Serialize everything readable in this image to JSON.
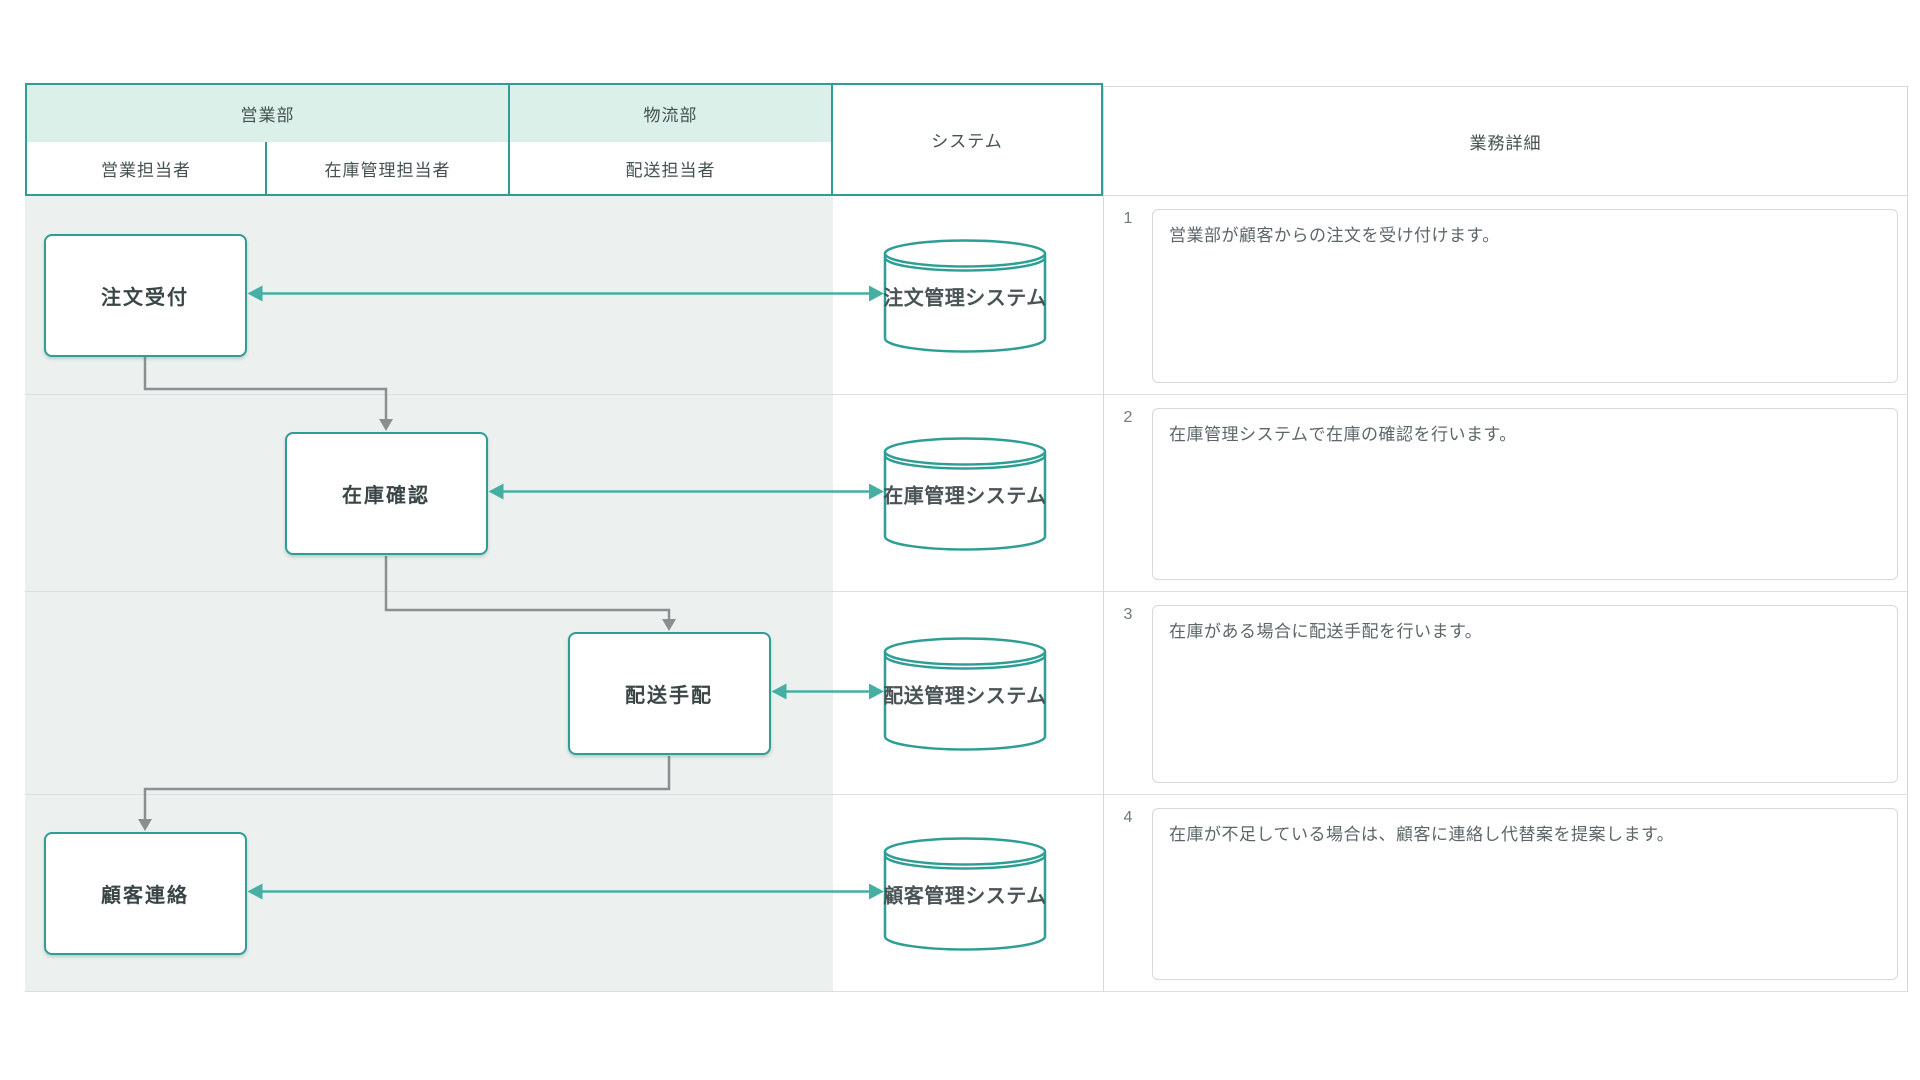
{
  "header": {
    "departments": [
      {
        "label": "営業部",
        "roles": [
          "営業担当者",
          "在庫管理担当者"
        ]
      },
      {
        "label": "物流部",
        "roles": [
          "配送担当者"
        ]
      }
    ],
    "system_column": "システム",
    "detail_column": "業務詳細"
  },
  "steps": [
    {
      "no": "1",
      "lane": "sales",
      "task": "注文受付",
      "system": "注文管理システム",
      "detail": "営業部が顧客からの注文を受け付けます。"
    },
    {
      "no": "2",
      "lane": "inventory",
      "task": "在庫確認",
      "system": "在庫管理システム",
      "detail": "在庫管理システムで在庫の確認を行います。"
    },
    {
      "no": "3",
      "lane": "delivery",
      "task": "配送手配",
      "system": "配送管理システム",
      "detail": "在庫がある場合に配送手配を行います。"
    },
    {
      "no": "4",
      "lane": "sales",
      "task": "顧客連絡",
      "system": "顧客管理システム",
      "detail": "在庫が不足している場合は、顧客に連絡し代替案を提案します。"
    }
  ],
  "colors": {
    "teal_border": "#2E9E94",
    "arrow_teal": "#45AFA4",
    "mint_header": "#DCF0EA",
    "lane_background": "#ECF0EF",
    "connector_gray": "#8A9090",
    "grid_line": "#DBDFDE"
  }
}
